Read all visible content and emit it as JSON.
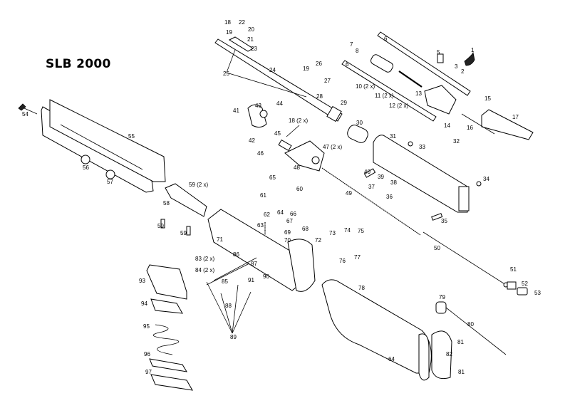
{
  "title": "SLB 2000",
  "labels": [
    {
      "id": "1",
      "text": "1"
    },
    {
      "id": "2",
      "text": "2"
    },
    {
      "id": "3",
      "text": "3"
    },
    {
      "id": "5",
      "text": "5"
    },
    {
      "id": "6a",
      "text": "6"
    },
    {
      "id": "6b",
      "text": "6"
    },
    {
      "id": "7",
      "text": "7"
    },
    {
      "id": "8",
      "text": "8"
    },
    {
      "id": "10",
      "text": "10 (2 x)"
    },
    {
      "id": "11",
      "text": "11 (2 x)"
    },
    {
      "id": "12",
      "text": "12 (2 x)"
    },
    {
      "id": "13",
      "text": "13"
    },
    {
      "id": "14",
      "text": "14"
    },
    {
      "id": "15",
      "text": "15"
    },
    {
      "id": "16",
      "text": "16"
    },
    {
      "id": "17",
      "text": "17"
    },
    {
      "id": "18a",
      "text": "18"
    },
    {
      "id": "18b",
      "text": "18 (2 x)"
    },
    {
      "id": "19a",
      "text": "19"
    },
    {
      "id": "19b",
      "text": "19"
    },
    {
      "id": "20",
      "text": "20"
    },
    {
      "id": "21",
      "text": "21"
    },
    {
      "id": "22",
      "text": "22"
    },
    {
      "id": "23",
      "text": "23"
    },
    {
      "id": "24",
      "text": "24"
    },
    {
      "id": "25",
      "text": "25"
    },
    {
      "id": "26",
      "text": "26"
    },
    {
      "id": "27",
      "text": "27"
    },
    {
      "id": "28",
      "text": "28"
    },
    {
      "id": "29",
      "text": "29"
    },
    {
      "id": "30",
      "text": "30"
    },
    {
      "id": "31",
      "text": "31"
    },
    {
      "id": "32",
      "text": "32"
    },
    {
      "id": "33",
      "text": "33"
    },
    {
      "id": "34",
      "text": "34"
    },
    {
      "id": "35",
      "text": "35"
    },
    {
      "id": "36",
      "text": "36"
    },
    {
      "id": "37",
      "text": "37"
    },
    {
      "id": "38",
      "text": "38"
    },
    {
      "id": "39",
      "text": "39"
    },
    {
      "id": "40",
      "text": "40"
    },
    {
      "id": "41",
      "text": "41"
    },
    {
      "id": "42",
      "text": "42"
    },
    {
      "id": "43",
      "text": "43"
    },
    {
      "id": "44",
      "text": "44"
    },
    {
      "id": "45",
      "text": "45"
    },
    {
      "id": "46",
      "text": "46"
    },
    {
      "id": "47",
      "text": "47 (2 x)"
    },
    {
      "id": "48",
      "text": "48"
    },
    {
      "id": "49",
      "text": "49"
    },
    {
      "id": "50",
      "text": "50"
    },
    {
      "id": "51",
      "text": "51"
    },
    {
      "id": "52",
      "text": "52"
    },
    {
      "id": "53",
      "text": "53"
    },
    {
      "id": "54",
      "text": "54"
    },
    {
      "id": "55",
      "text": "55"
    },
    {
      "id": "56",
      "text": "56"
    },
    {
      "id": "57",
      "text": "57"
    },
    {
      "id": "58",
      "text": "58"
    },
    {
      "id": "59a",
      "text": "59 (2 x)"
    },
    {
      "id": "59b",
      "text": "59"
    },
    {
      "id": "59c",
      "text": "59"
    },
    {
      "id": "60",
      "text": "60"
    },
    {
      "id": "61",
      "text": "61"
    },
    {
      "id": "62",
      "text": "62"
    },
    {
      "id": "63",
      "text": "63"
    },
    {
      "id": "64",
      "text": "64"
    },
    {
      "id": "65",
      "text": "65"
    },
    {
      "id": "66",
      "text": "66"
    },
    {
      "id": "67",
      "text": "67"
    },
    {
      "id": "68",
      "text": "68"
    },
    {
      "id": "69",
      "text": "69"
    },
    {
      "id": "70",
      "text": "70"
    },
    {
      "id": "71",
      "text": "71"
    },
    {
      "id": "72",
      "text": "72"
    },
    {
      "id": "73",
      "text": "73"
    },
    {
      "id": "74",
      "text": "74"
    },
    {
      "id": "75",
      "text": "75"
    },
    {
      "id": "76",
      "text": "76"
    },
    {
      "id": "77",
      "text": "77"
    },
    {
      "id": "78",
      "text": "78"
    },
    {
      "id": "79",
      "text": "79"
    },
    {
      "id": "80",
      "text": "80"
    },
    {
      "id": "81a",
      "text": "81"
    },
    {
      "id": "81b",
      "text": "81"
    },
    {
      "id": "82",
      "text": "82"
    },
    {
      "id": "83",
      "text": "83 (2 x)"
    },
    {
      "id": "84",
      "text": "84 (2 x)"
    },
    {
      "id": "85",
      "text": "85"
    },
    {
      "id": "86",
      "text": "86"
    },
    {
      "id": "87",
      "text": "87"
    },
    {
      "id": "88",
      "text": "88"
    },
    {
      "id": "89",
      "text": "89"
    },
    {
      "id": "90",
      "text": "90"
    },
    {
      "id": "91",
      "text": "91"
    },
    {
      "id": "93",
      "text": "93"
    },
    {
      "id": "94",
      "text": "94"
    },
    {
      "id": "95",
      "text": "95"
    },
    {
      "id": "96",
      "text": "96"
    },
    {
      "id": "97",
      "text": "97"
    },
    {
      "id": "64b",
      "text": "64"
    }
  ]
}
